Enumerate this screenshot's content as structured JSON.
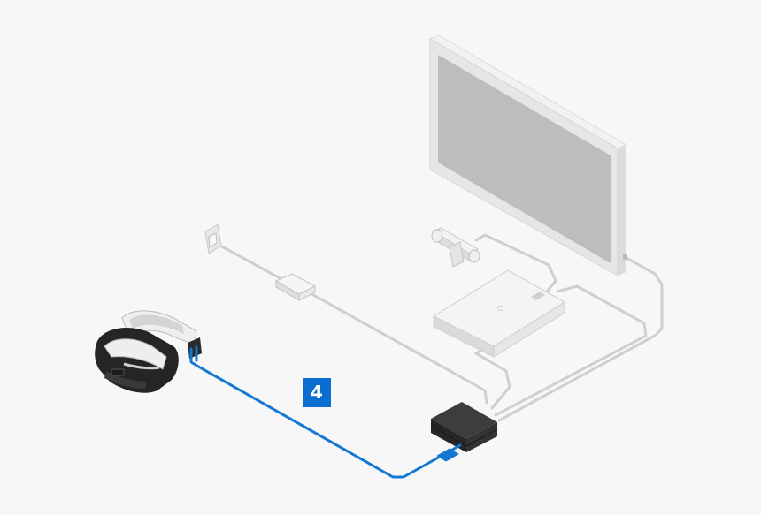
{
  "diagram": {
    "step_number": "4",
    "colors": {
      "background": "#f7f7f7",
      "highlight_cable": "#1478d2",
      "badge": "#0a6ed1",
      "cable_gray": "#cccccc",
      "processor_unit": "#2e2e2e",
      "screen": "#bdbdbd",
      "device_white": "#eeeeee"
    },
    "components": [
      {
        "name": "tv-monitor",
        "icon": "tv-icon"
      },
      {
        "name": "ps4-console",
        "icon": "console-logo-icon"
      },
      {
        "name": "ps-camera",
        "icon": "camera-icon"
      },
      {
        "name": "processor-unit",
        "icon": "box-icon"
      },
      {
        "name": "vr-headset",
        "icon": "headset-icon"
      },
      {
        "name": "wall-outlet",
        "icon": "outlet-icon"
      },
      {
        "name": "ac-adapter",
        "icon": "adapter-icon"
      }
    ]
  }
}
